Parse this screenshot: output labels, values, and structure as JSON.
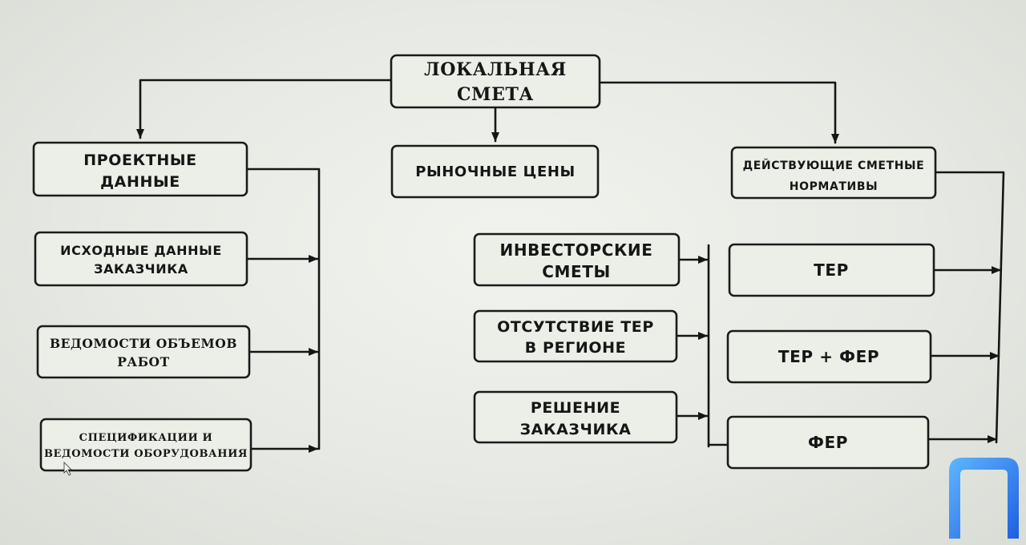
{
  "root": {
    "lines": [
      "ЛОКАЛЬНАЯ",
      "СМЕТА"
    ]
  },
  "branches": {
    "project_data": {
      "lines": [
        "ПРОЕКТНЫЕ",
        "ДАННЫЕ"
      ],
      "items": [
        [
          "ИСХОДНЫЕ ДАННЫЕ",
          "ЗАКАЗЧИКА"
        ],
        [
          "ВЕДОМОСТИ ОБЪЕМОВ",
          "РАБОТ"
        ],
        [
          "СПЕЦИФИКАЦИИ И",
          "ВЕДОМОСТИ ОБОРУДОВАНИЯ"
        ]
      ]
    },
    "market_prices": {
      "lines": [
        "РЫНОЧНЫЕ ЦЕНЫ"
      ],
      "items": [
        [
          "ИНВЕСТОРСКИЕ",
          "СМЕТЫ"
        ],
        [
          "ОТСУТСТВИЕ ТЕР",
          "В РЕГИОНЕ"
        ],
        [
          "РЕШЕНИЕ",
          "ЗАКАЗЧИКА"
        ]
      ]
    },
    "current_norms": {
      "lines": [
        "ДЕЙСТВУЮЩИЕ СМЕТНЫЕ",
        "НОРМАТИВЫ"
      ],
      "items": [
        [
          "ТЕР"
        ],
        [
          "ТЕР + ФЕР"
        ],
        [
          "ФЕР"
        ]
      ]
    }
  },
  "colors": {
    "stroke": "#161616",
    "box_fill": "#ecefe8",
    "logo_blue": "#2c7ef0"
  },
  "icons": {
    "logo": "bracket-logo-icon",
    "cursor": "mouse-cursor-icon"
  }
}
